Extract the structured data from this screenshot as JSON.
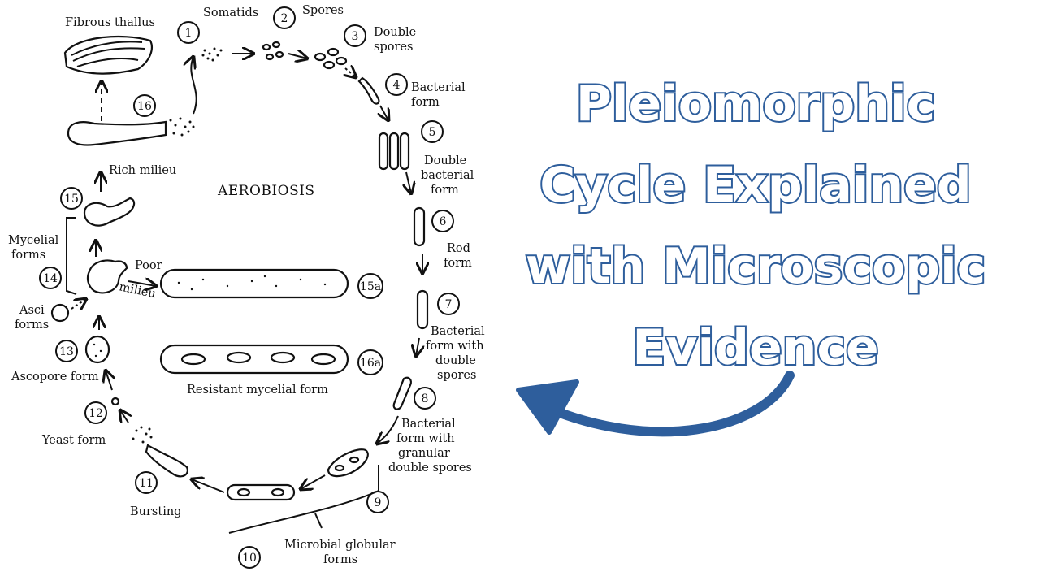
{
  "title": {
    "lines": [
      "Pleiomorphic",
      "Cycle Explained",
      "with Microscopic",
      "Evidence"
    ]
  },
  "colors": {
    "accent": "#2e5e9c",
    "ink": "#111111",
    "background": "#ffffff"
  },
  "diagram": {
    "center_label": "AEROBIOSIS",
    "stages": [
      {
        "num": "1",
        "label": "Somatids"
      },
      {
        "num": "2",
        "label": "Spores"
      },
      {
        "num": "3",
        "label": "Double spores"
      },
      {
        "num": "4",
        "label": "Bacterial form"
      },
      {
        "num": "5",
        "label": "Double bacterial form"
      },
      {
        "num": "6",
        "label": "Rod form"
      },
      {
        "num": "7",
        "label": "Bacterial form with double spores"
      },
      {
        "num": "8",
        "label": "Bacterial form with granular double spores"
      },
      {
        "num": "9",
        "label": ""
      },
      {
        "num": "10",
        "label": "Microbial globular forms"
      },
      {
        "num": "11",
        "label": "Bursting"
      },
      {
        "num": "12",
        "label": "Yeast form"
      },
      {
        "num": "13",
        "label": "Ascopore form"
      },
      {
        "num": "14",
        "label": "Mycelial forms"
      },
      {
        "num": "15",
        "label": ""
      },
      {
        "num": "16",
        "label": ""
      },
      {
        "num": "15a",
        "label": ""
      },
      {
        "num": "16a",
        "label": "Resistant mycelial form"
      }
    ],
    "extra_labels": {
      "fibrous_thallus": "Fibrous thallus",
      "rich_milieu": "Rich milieu",
      "poor_milieu": "Poor milieu",
      "asci_forms": "Asci forms"
    }
  }
}
